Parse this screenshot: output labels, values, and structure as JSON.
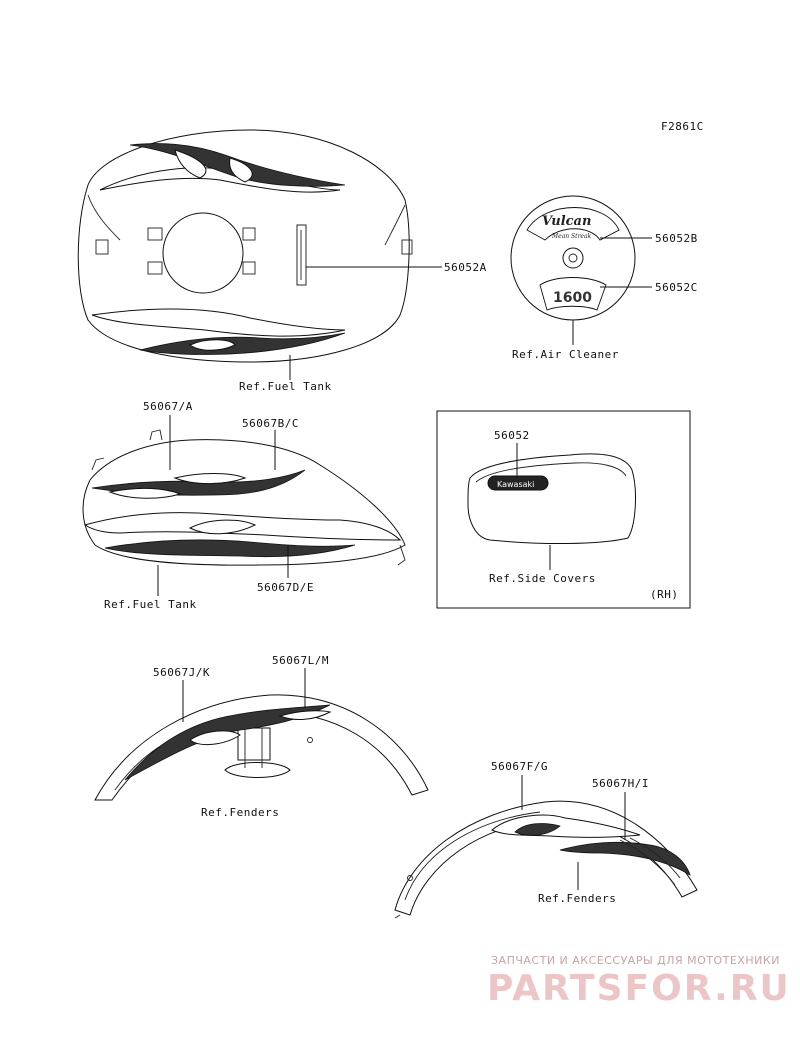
{
  "figure_code": "F2861C",
  "callouts": {
    "tank_top": "56052A",
    "air_cleaner_upper": "56052B",
    "air_cleaner_lower": "56052C",
    "tank_side_top": "56067/A",
    "tank_side_mid": "56067B/C",
    "tank_side_bottom": "56067D/E",
    "side_cover": "56052",
    "front_fender_left": "56067J/K",
    "front_fender_right": "56067L/M",
    "rear_fender_left": "56067F/G",
    "rear_fender_right": "56067H/I"
  },
  "refs": {
    "fuel_tank_top": "Ref.Fuel Tank",
    "air_cleaner": "Ref.Air Cleaner",
    "fuel_tank_side": "Ref.Fuel Tank",
    "side_covers": "Ref.Side Covers",
    "side_covers_side": "(RH)",
    "front_fenders": "Ref.Fenders",
    "rear_fenders": "Ref.Fenders"
  },
  "emblems": {
    "vulcan": "Vulcan",
    "mean_streak": "Mean Streak",
    "displacement": "1600",
    "kawasaki": "Kawasaki"
  },
  "watermark": {
    "caption": "ЗАПЧАСТИ И АКСЕССУАРЫ ДЛЯ МОТОТЕХНИКИ",
    "brand": "PARTSFOR.RU",
    "color": "#e8b4b4"
  }
}
